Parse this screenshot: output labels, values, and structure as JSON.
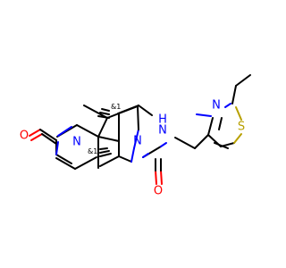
{
  "molecule": {
    "atoms": {
      "o_pyridone": {
        "symbol": "O",
        "color": "#ff0000"
      },
      "n_bridge": {
        "symbol": "N",
        "color": "#0000ff"
      },
      "n_ring": {
        "symbol": "N",
        "color": "#0000ff"
      },
      "o_amide": {
        "symbol": "O",
        "color": "#ff0000"
      },
      "nh_amide": {
        "symbol": "N",
        "color": "#0000ff"
      },
      "h_amide": {
        "symbol": "H",
        "color": "#0000ff"
      },
      "n_thiazole": {
        "symbol": "N",
        "color": "#0000ff"
      },
      "s_thiazole": {
        "symbol": "S",
        "color": "#b8a000"
      }
    },
    "stereo_labels": {
      "upper": "&1",
      "lower": "&1"
    }
  }
}
